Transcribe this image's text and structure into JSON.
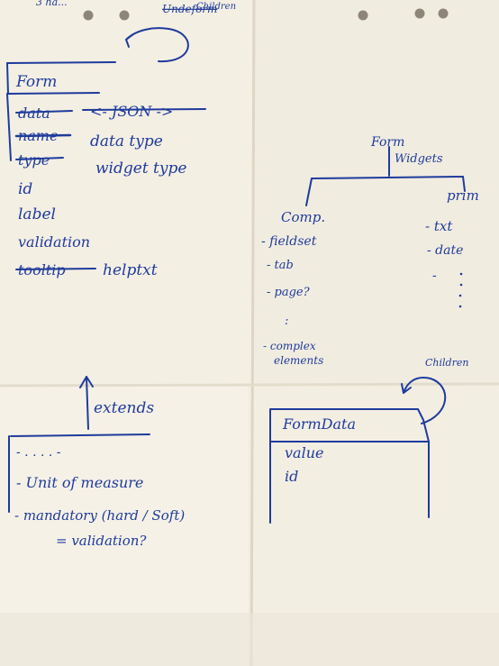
{
  "top_left": {
    "scribble": "3 ha..."
  },
  "form_box": {
    "title": "Form",
    "children_label": "Children",
    "crossed_header": "Undeform",
    "fields": [
      {
        "text": "data",
        "struck": true
      },
      {
        "text": "<- JSON ->",
        "struck": true
      },
      {
        "text": "name",
        "struck": true
      },
      {
        "text": "data type",
        "struck": false
      },
      {
        "text": "type",
        "struck": true
      },
      {
        "text": "widget type",
        "struck": false
      },
      {
        "text": "id",
        "struck": false
      },
      {
        "text": "label",
        "struck": false
      },
      {
        "text": "validation",
        "struck": false
      },
      {
        "text": "tooltip",
        "struck": true
      },
      {
        "text": "helptxt",
        "struck": false
      }
    ]
  },
  "extends_block": {
    "label": "extends",
    "items": [
      "- . . . . -",
      "- Unit of measure",
      "- mandatory (hard / Soft)",
      "= validation?"
    ]
  },
  "widget_tree": {
    "root_line1": "Form",
    "root_line2": "Widgets",
    "comp": {
      "label": "Comp.",
      "items": [
        "- fieldset",
        "- tab",
        "- page?",
        ":",
        "- complex",
        "elements"
      ]
    },
    "prim": {
      "label": "prim",
      "items": [
        "- txt",
        "- date",
        "-",
        ":"
      ]
    }
  },
  "form_data_box": {
    "title": "FormData",
    "children_label": "Children",
    "fields": [
      "value",
      "id"
    ]
  },
  "colors": {
    "paper": "#f4efe3",
    "paper_shadow": "#e3ddcd",
    "ink": "#1f3b9c",
    "hole": "#8d8578"
  }
}
